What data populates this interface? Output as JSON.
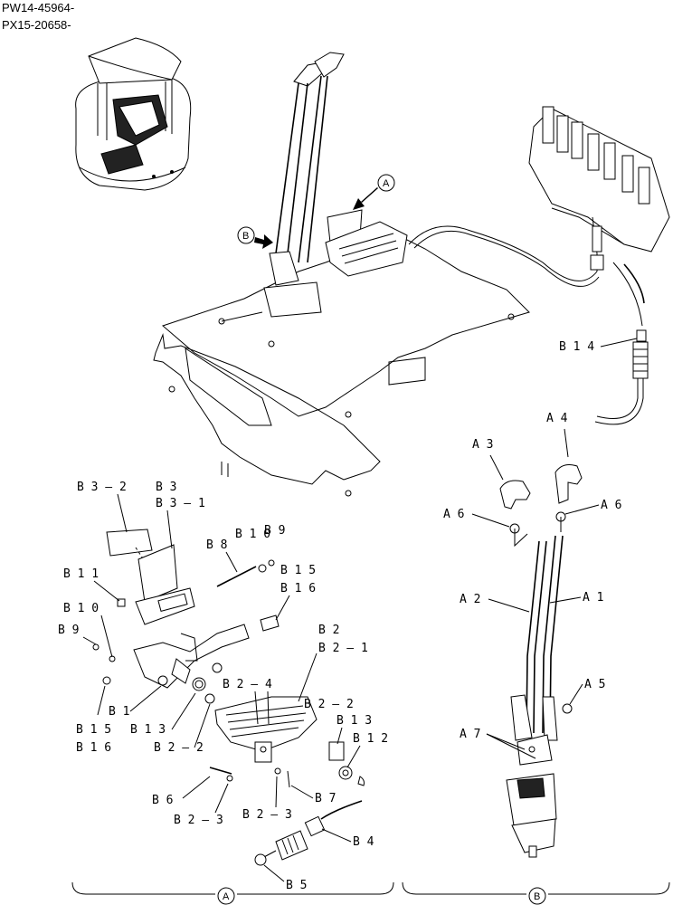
{
  "header": {
    "line1": "PW14-45964-",
    "line2": "PX15-20658-"
  },
  "callouts": {
    "A": "A",
    "B": "B"
  },
  "labels": {
    "B14": "B 1 4",
    "A3": "A 3",
    "A4": "A 4",
    "A6_left": "A 6",
    "A6_right": "A 6",
    "A2": "A 2",
    "A1": "A 1",
    "A5": "A 5",
    "A7": "A 7",
    "B3_2": "B 3 – 2",
    "B3": "B 3",
    "B3_1": "B 3 – 1",
    "B8": "B 8",
    "B10_top": "B 1 0",
    "B9_top": "B 9",
    "B15_top": "B 1 5",
    "B16_top": "B 1 6",
    "B11": "B 1 1",
    "B10_left": "B 1 0",
    "B9_left": "B 9",
    "B2": "B 2",
    "B2_1": "B 2 – 1",
    "B2_4": "B 2 – 4",
    "B2_2_right": "B 2 – 2",
    "B13_right": "B 1 3",
    "B12": "B 1 2",
    "B1": "B 1",
    "B15_bottom": "B 1 5",
    "B13_bottom": "B 1 3",
    "B16_bottom": "B 1 6",
    "B2_2_left": "B 2 – 2",
    "B6": "B 6",
    "B2_3_left": "B 2 – 3",
    "B2_3_mid": "B 2 – 3",
    "B7": "B 7",
    "B4": "B 4",
    "B5": "B 5"
  },
  "footer": {
    "section_A": "A",
    "section_B": "B"
  }
}
